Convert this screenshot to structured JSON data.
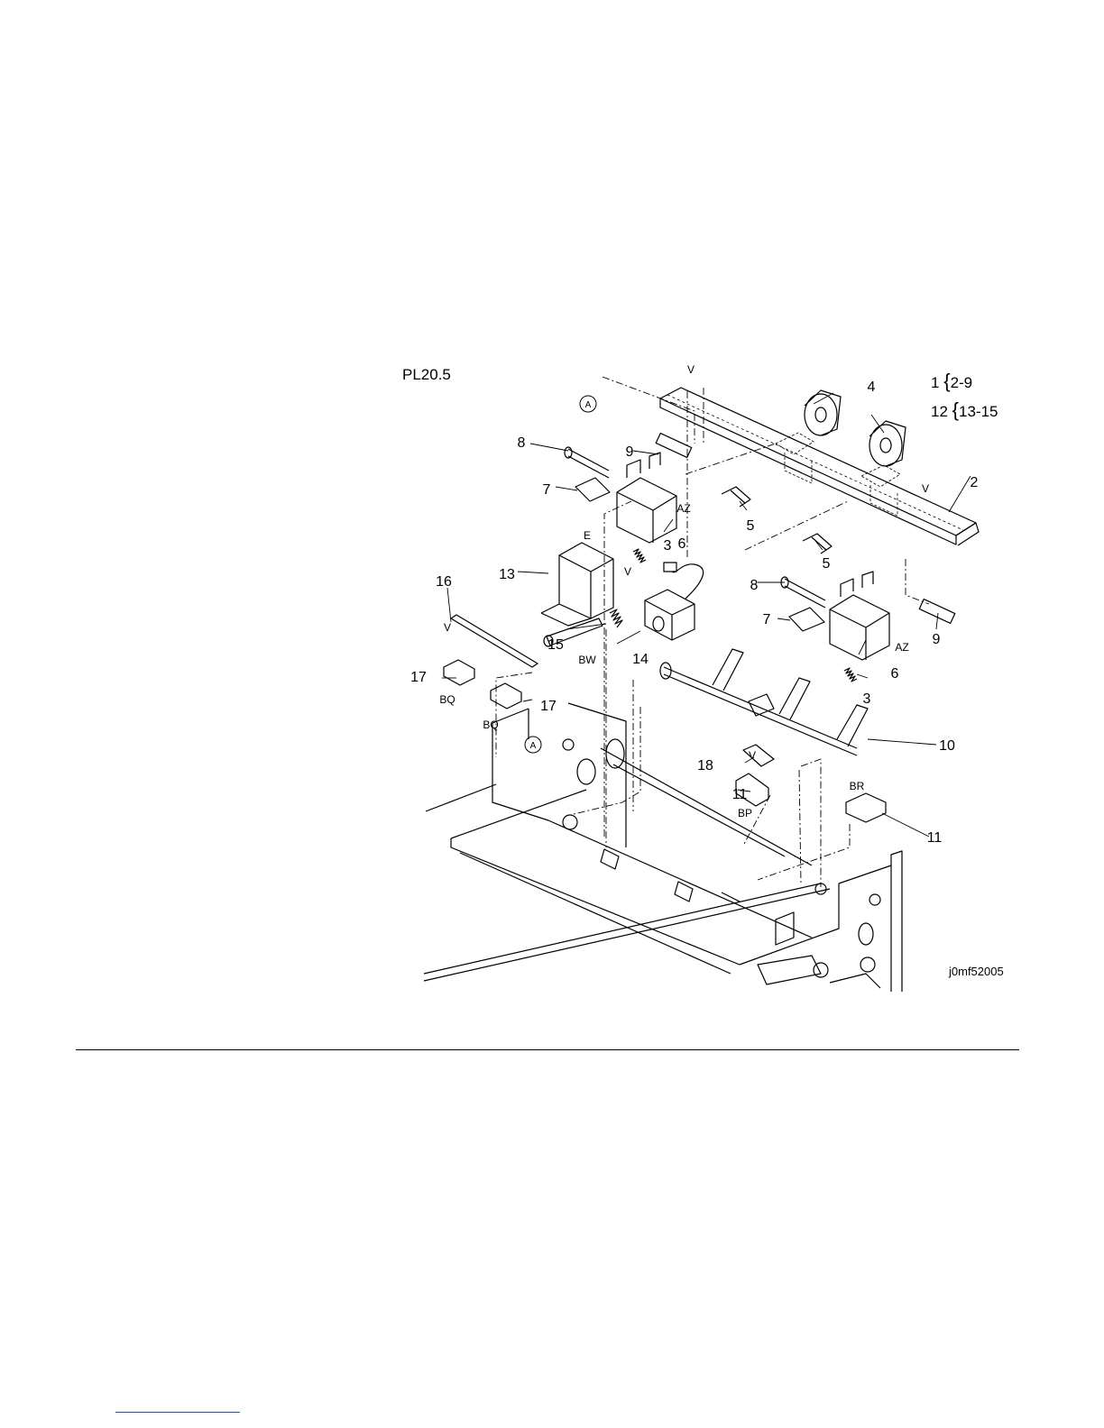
{
  "figure": {
    "plate_label": "PL20.5",
    "figure_id": "j0mf52005",
    "legend": [
      {
        "item": "1",
        "range": "2-9"
      },
      {
        "item": "12",
        "range": "13-15"
      }
    ],
    "callouts": [
      "2",
      "3",
      "3",
      "4",
      "5",
      "5",
      "6",
      "6",
      "7",
      "7",
      "8",
      "8",
      "9",
      "9",
      "10",
      "11",
      "11",
      "13",
      "14",
      "15",
      "16",
      "17",
      "17",
      "18"
    ],
    "reference_letters": [
      "V",
      "V",
      "V",
      "V",
      "V",
      "AZ",
      "AZ",
      "E",
      "BW",
      "BQ",
      "BQ",
      "BP",
      "BR",
      "A",
      "A"
    ]
  }
}
